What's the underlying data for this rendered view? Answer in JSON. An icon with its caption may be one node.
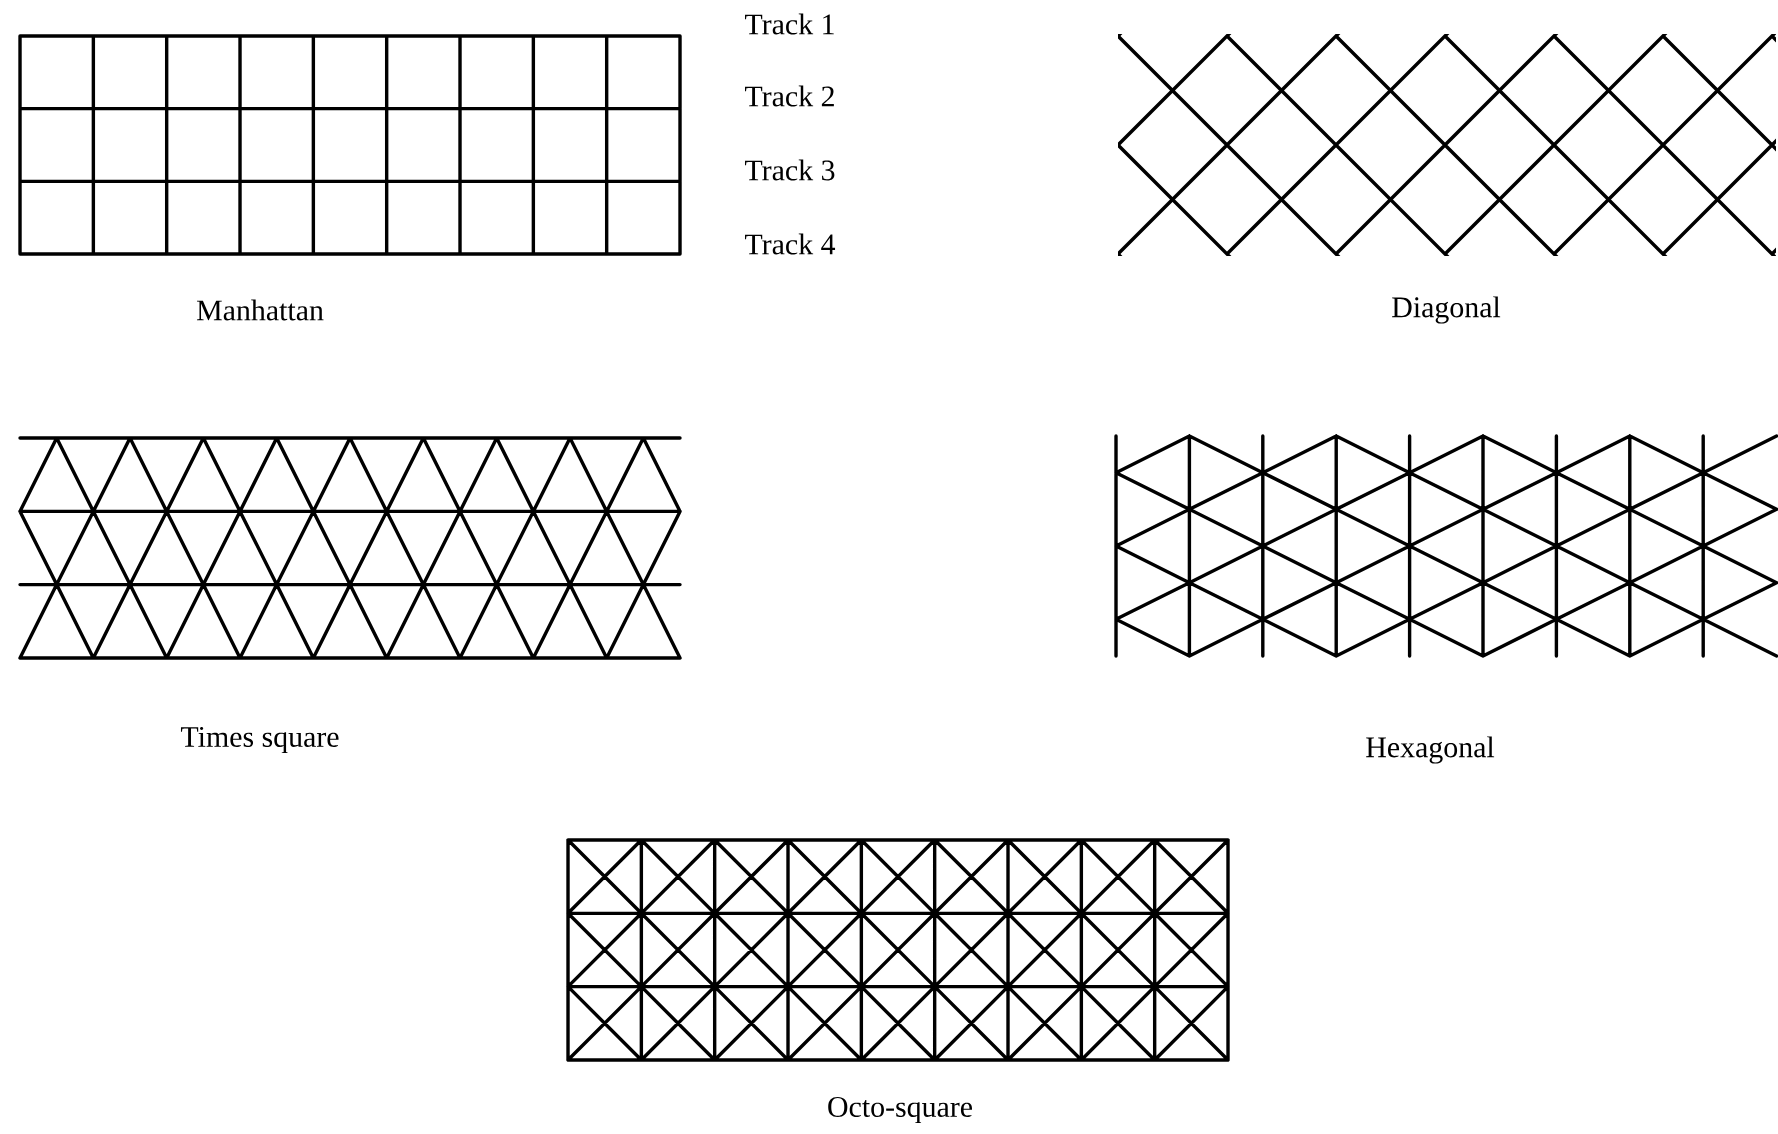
{
  "diagram": {
    "labels": [
      "Track 1",
      "Track 2",
      "Track 3",
      "Track 4",
      "Manhattan",
      "Diagonal",
      "Times square",
      "Hexagonal",
      "Octo-square"
    ]
  }
}
